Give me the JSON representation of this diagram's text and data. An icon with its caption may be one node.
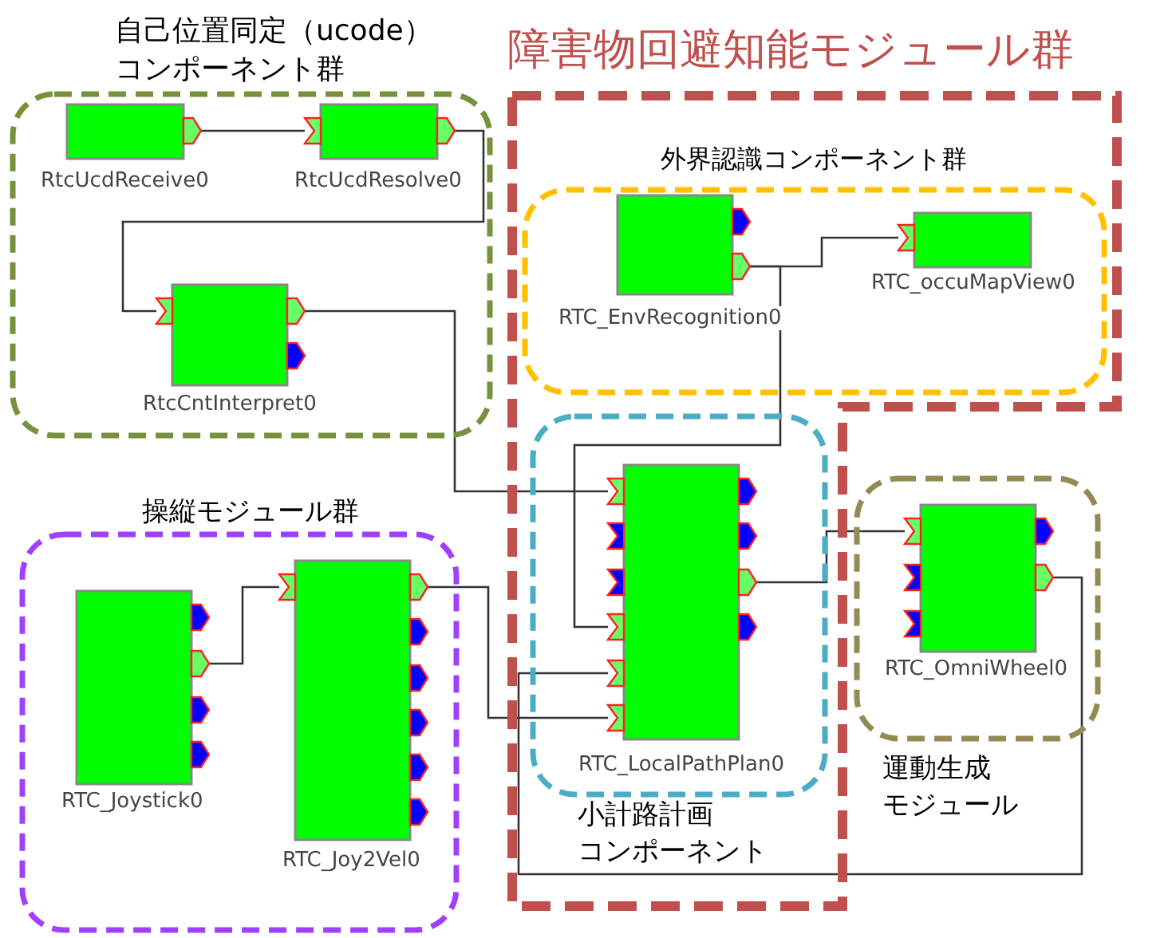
{
  "diagram": {
    "nodes": [
      {
        "text": [
          "自己位置同定（ucode）コンポーネント群"
        ]
      },
      {
        "text": [
          "RtcUcdReceive0"
        ],
        "in": 0
      },
      {
        "text": [
          "RtcUcdResolve0"
        ],
        "in": 0
      },
      {
        "text": [
          "RtcCntInterpret0"
        ],
        "in": 0
      },
      {
        "text": [
          "障害物回避知能モジュール群"
        ]
      },
      {
        "text": [
          "外界認識コンポーネント群"
        ],
        "in": 4
      },
      {
        "text": [
          "RTC_EnvRecognition0"
        ],
        "in": 5
      },
      {
        "text": [
          "RTC_occuMapView0"
        ],
        "in": 5
      },
      {
        "text": [
          "小計路計画コンポーネント"
        ],
        "in": 4
      },
      {
        "text": [
          "RTC_LocalPathPlan0"
        ],
        "in": 8
      },
      {
        "text": [
          "操縦モジュール群"
        ]
      },
      {
        "text": [
          "RTC_Joystick0"
        ],
        "in": 10
      },
      {
        "text": [
          "RTC_Joy2Vel0"
        ],
        "in": 10
      },
      {
        "text": [
          "運動生成モジュール"
        ]
      },
      {
        "text": [
          "RTC_OmniWheel0"
        ],
        "in": 13
      }
    ],
    "edges": [
      {
        "from": 1,
        "to": 2,
        "arrow": "none"
      },
      {
        "from": 2,
        "to": 3,
        "arrow": "none"
      },
      {
        "from": 3,
        "to": 9,
        "arrow": "none"
      },
      {
        "from": 6,
        "to": 7,
        "arrow": "none"
      },
      {
        "from": 6,
        "to": 9,
        "arrow": "none"
      },
      {
        "from": 11,
        "to": 12,
        "arrow": "none"
      },
      {
        "from": 12,
        "to": 9,
        "arrow": "none"
      },
      {
        "from": 9,
        "to": 14,
        "arrow": "none"
      },
      {
        "from": 14,
        "to": 9,
        "arrow": "none"
      }
    ]
  }
}
